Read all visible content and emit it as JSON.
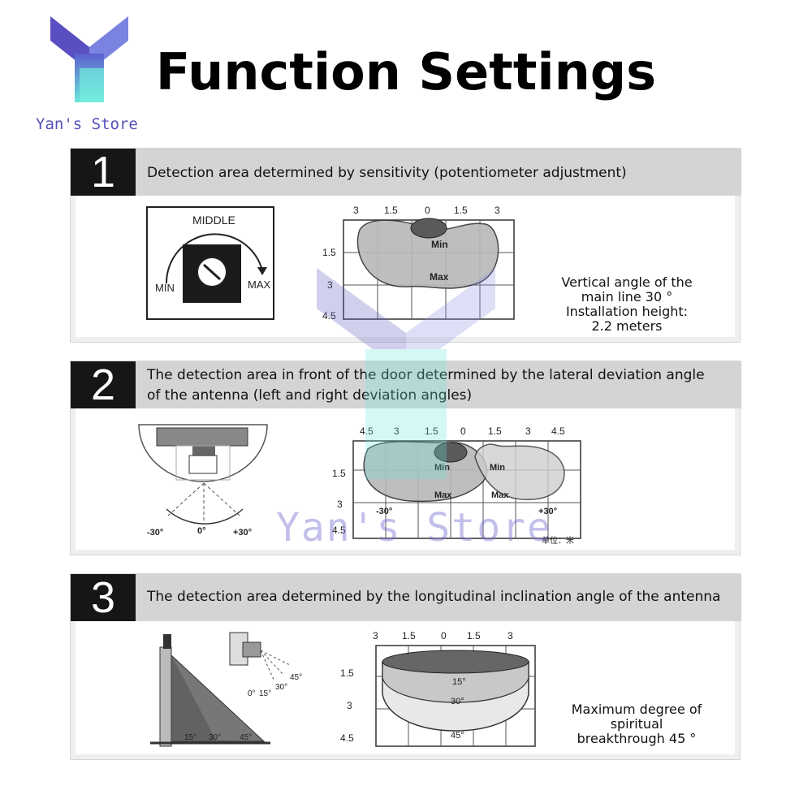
{
  "logo": {
    "text": "Yan's Store",
    "icon": "y-logo-icon"
  },
  "title": "Function Settings",
  "watermark": "Yan's Store",
  "sections": [
    {
      "number": "1",
      "heading": "Detection area determined by sensitivity (potentiometer adjustment)",
      "knob": {
        "top": "MIDDLE",
        "left": "MIN",
        "right": "MAX"
      },
      "grid": {
        "top_ticks": [
          "3",
          "1.5",
          "0",
          "1.5",
          "3"
        ],
        "side_ticks": [
          "1.5",
          "3",
          "4.5"
        ],
        "labels": [
          "Min",
          "Max"
        ]
      },
      "note": [
        "Vertical angle of the",
        "main line 30 °",
        "Installation height:",
        "2.2 meters"
      ]
    },
    {
      "number": "2",
      "heading_lines": [
        "The detection area in front of the door determined by the lateral deviation angle",
        "of the antenna (left and right deviation angles)"
      ],
      "angles": [
        "-30°",
        "0°",
        "+30°"
      ],
      "grid": {
        "top_ticks": [
          "4.5",
          "3",
          "1.5",
          "0",
          "1.5",
          "3",
          "4.5"
        ],
        "side_ticks": [
          "1.5",
          "3",
          "4.5"
        ],
        "labels": [
          "Min",
          "Max",
          "Min",
          "Max",
          "-30°",
          "+30°"
        ],
        "unit": "单位：米"
      }
    },
    {
      "number": "3",
      "heading": "The detection area determined by the longitudinal inclination angle of the antenna",
      "side_angles": [
        "15°",
        "30°",
        "45°"
      ],
      "sensor_angles": [
        "0°",
        "15°",
        "30°",
        "45°"
      ],
      "grid": {
        "top_ticks": [
          "3",
          "1.5",
          "0",
          "1.5",
          "3"
        ],
        "side_ticks": [
          "1.5",
          "3",
          "4.5"
        ],
        "labels": [
          "15°",
          "30°",
          "45°"
        ]
      },
      "note": [
        "Maximum degree of",
        "spiritual",
        "breakthrough 45 °"
      ]
    }
  ]
}
